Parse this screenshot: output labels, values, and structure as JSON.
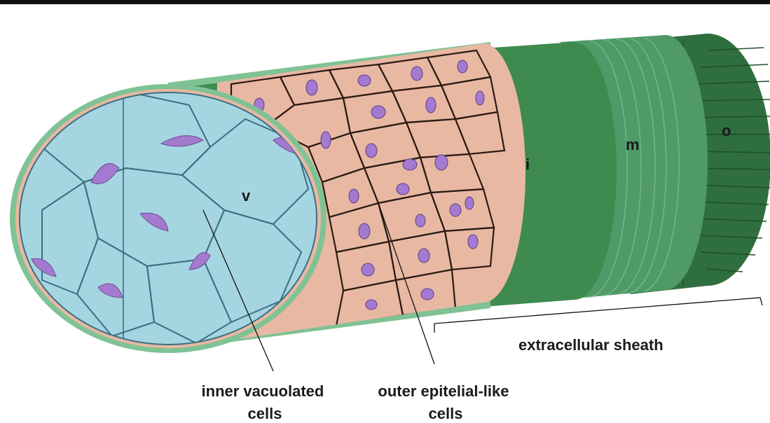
{
  "labels": {
    "v": "v",
    "i": "i",
    "m": "m",
    "o": "o",
    "extracellular_sheath": "extracellular sheath",
    "inner_vacuolated": [
      "inner vacuolated",
      "cells"
    ],
    "outer_epitelial": [
      "outer epitelial-like",
      "cells"
    ]
  },
  "colors": {
    "top_border": "#111111",
    "outer_layer": "#2f6e3f",
    "middle_layer": "#4f9a68",
    "inner_layer": "#3f8a4f",
    "sheath_rim": "#7fc295",
    "epithelial_cell": "#e8b8a3",
    "vacuolated_cell": "#a6d5e2",
    "nucleus": "#a47ad0"
  }
}
